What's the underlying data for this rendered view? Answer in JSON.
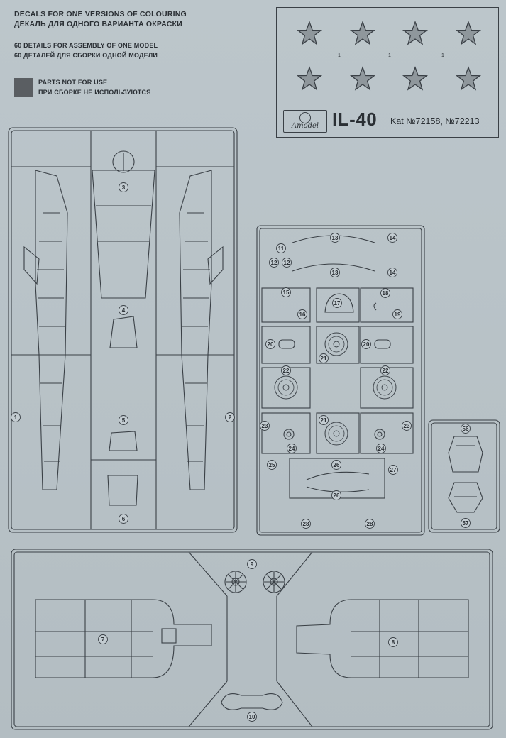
{
  "header": {
    "decals_en": "DECALS FOR ONE  VERSIONS OF COLOURING",
    "decals_ru": "ДЕКАЛЬ ДЛЯ ОДНОГО ВАРИАНТА ОКРАСКИ",
    "details_en": "60  DETAILS FOR ASSEMBLY OF ONE MODEL",
    "details_ru": "60  ДЕТАЛЕЙ ДЛЯ СБОРКИ ОДНОЙ МОДЕЛИ",
    "unused_en": "PARTS NOT FOR USE",
    "unused_ru": "ПРИ СБОРКЕ НЕ ИСПОЛЬЗУЮТСЯ"
  },
  "decal_sheet": {
    "brand": "Amodel",
    "model": "IL-40",
    "catalog": "Kat №72158, №72213",
    "decal_number": "1"
  },
  "parts": {
    "sprue_a": [
      "1",
      "2",
      "3",
      "4",
      "5",
      "6"
    ],
    "sprue_b": [
      "11",
      "12",
      "13",
      "14",
      "15",
      "16",
      "17",
      "18",
      "19",
      "20",
      "21",
      "22",
      "23",
      "24",
      "25",
      "26",
      "27",
      "28"
    ],
    "sprue_c": [
      "56",
      "57"
    ],
    "sprue_d": [
      "7",
      "8",
      "9",
      "10"
    ]
  },
  "colors": {
    "paper": "#b9c3c8",
    "ink": "#3a4046",
    "grey_swatch": "#5a5e62",
    "star_fill": "#8f979c"
  }
}
